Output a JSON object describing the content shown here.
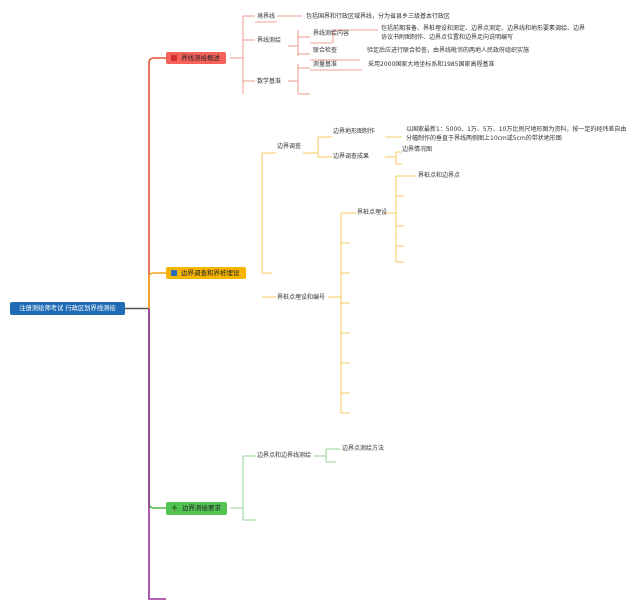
{
  "colors": {
    "root_bg": "#1f6cb4",
    "spine": "#555555",
    "branch_red": "#e0543a",
    "branch_orange": "#f2a51e",
    "branch_green": "#4cb84c",
    "branch_purple": "#9a2e9a",
    "node_red_bg": "#f6625a",
    "node_orange_bg": "#f7b500",
    "node_green_bg": "#53c453",
    "icon_red": "#d42f2f",
    "icon_blue": "#2a6fbe",
    "icon_green": "#2e8b2e"
  },
  "root": {
    "label": "注册测绘师考试 行政区划界线测绘"
  },
  "branches": [
    {
      "label": "界线测绘概述",
      "icon": "red-square-icon",
      "children": [
        {
          "label": "境界线",
          "desc": "包括国界和行政区域界线，分为省县乡三级基本行政区"
        },
        {
          "label": "界线测绘",
          "children": [
            {
              "label": "界线测绘内容",
              "desc": "包括前期准备、界桩埋设和测定、边界点测定、边界线和地形要素调绘、边界协议书附图制作、边界点位置和边界走向说明编写"
            },
            {
              "label": "联合检查",
              "desc": "验定后应进行联合检查，由界线毗邻的两地人民政府组织实施"
            }
          ]
        },
        {
          "label": "数学基准",
          "children": [
            {
              "label": "测量基准",
              "desc": "采用2000国家大地坐标系和1985国家高程基准"
            }
          ]
        }
      ]
    },
    {
      "label": "边界调查和界桩埋设",
      "icon": "blue-square-icon",
      "children": [
        {
          "label": "边界调查",
          "children": [
            {
              "label": "边界地形图制作",
              "desc": "以国家最新1：5000、1万、5万、10万比例尺地形图为资料，按一定的经纬差自由分幅制作的垂直于界线两侧图上10cm或5cm的带状地形图"
            },
            {
              "label": "边界调查成果",
              "children": [
                {
                  "label": "边界情况图"
                }
              ]
            }
          ]
        },
        {
          "label": "界桩点埋设和编号",
          "children": [
            {
              "label": "界桩点埋设",
              "children": [
                {
                  "label": "界桩点和边界点"
                }
              ]
            }
          ]
        }
      ]
    },
    {
      "label": "边界测绘要求",
      "icon": "green-tree-icon",
      "children": [
        {
          "label": "边界点和边界线测绘",
          "children": [
            {
              "label": "边界点测绘方法"
            }
          ]
        }
      ]
    }
  ]
}
